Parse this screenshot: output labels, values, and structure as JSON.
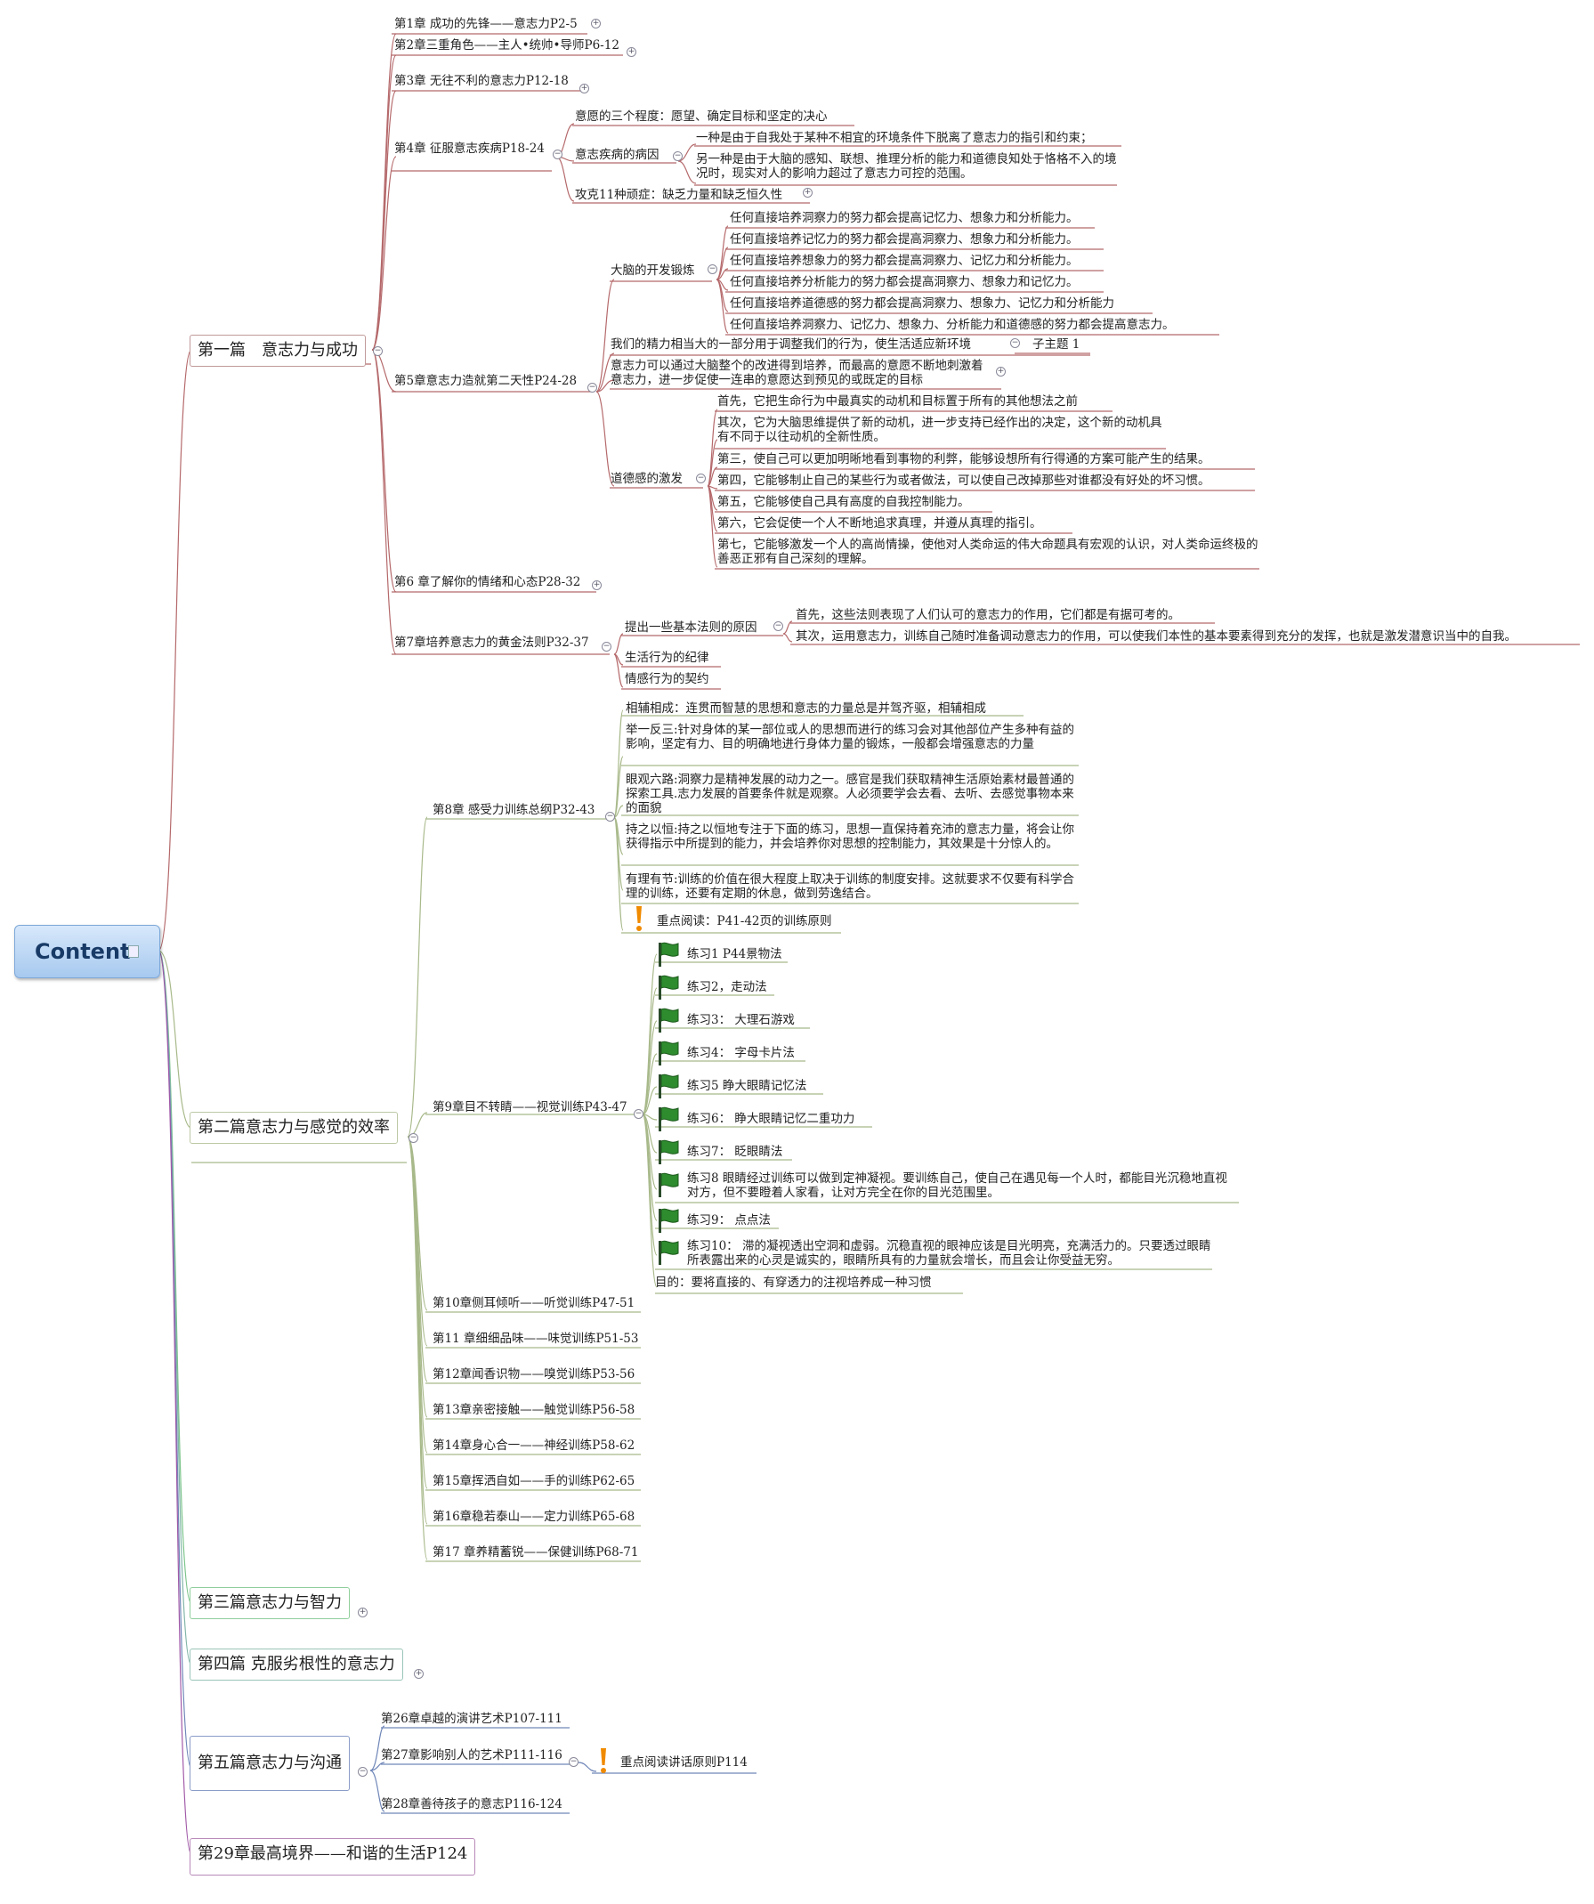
{
  "root": {
    "label": "Content"
  },
  "parts": [
    {
      "label": "第一篇　意志力与成功"
    },
    {
      "label": "第二篇意志力与感觉的效率"
    },
    {
      "label": "第三篇意志力与智力"
    },
    {
      "label": "第四篇 克服劣根性的意志力"
    },
    {
      "label": "第五篇意志力与沟通"
    },
    {
      "label": "第29章最高境界——和谐的生活P124"
    }
  ],
  "part1": {
    "ch1": "第1章  成功的先锋——意志力P2-5",
    "ch2": "第2章三重角色——主人•统帅•导师P6-12",
    "ch3": "第3章  无往不利的意志力P12-18",
    "ch4": {
      "label": "第4章  征服意志疾病P18-24",
      "degrees": "意愿的三个程度：愿望、确定目标和坚定的决心",
      "causes": "意志疾病的病因",
      "cause1": "一种是由于自我处于某种不相宜的环境条件下脱离了意志力的指引和约束；",
      "cause2": "另一种是由于大脑的感知、联想、推理分析的能力和道德良知处于恪格不入的境况时，现实对人的影响力超过了意志力可控的范围。",
      "ills": "攻克11种顽症：缺乏力量和缺乏恒久性"
    },
    "ch5": {
      "label": "第5章意志力造就第二天性P24-28",
      "brain": "大脑的开发锻炼",
      "brain_items": [
        "任何直接培养洞察力的努力都会提高记忆力、想象力和分析能力。",
        "任何直接培养记忆力的努力都会提高洞察力、想象力和分析能力。",
        "任何直接培养想象力的努力都会提高洞察力、记忆力和分析能力。",
        "任何直接培养分析能力的努力都会提高洞察力、想象力和记忆力。",
        "任何直接培养道德感的努力都会提高洞察力、想象力、记忆力和分析能力",
        "任何直接培养洞察力、记忆力、想象力、分析能力和道德感的努力都会提高意志力。"
      ],
      "energy": "我们的精力相当大的一部分用于调整我们的行为，使生活适应新环境",
      "subtopic": "子主题 1",
      "cultivate": "意志力可以通过大脑整个的改进得到培养，而最高的意愿不断地刺激着意志力，进一步促使一连串的意愿达到预见的或既定的目标",
      "moral": "道德感的激发",
      "moral_items": [
        "首先，它把生命行为中最真实的动机和目标置于所有的其他想法之前",
        "其次，它为大脑思维提供了新的动机，进一步支持已经作出的决定，这个新的动机具有不同于以往动机的全新性质。",
        "第三，使自己可以更加明晰地看到事物的利弊，能够设想所有行得通的方案可能产生的结果。",
        "第四，它能够制止自己的某些行为或者做法，可以使自己改掉那些对谁都没有好处的坏习惯。",
        "第五，它能够使自己具有高度的自我控制能力。",
        "第六，它会促使一个人不断地追求真理，并遵从真理的指引。",
        "第七，它能够激发一个人的高尚情操，使他对人类命运的伟大命题具有宏观的认识，对人类命运终极的善恶正邪有自己深刻的理解。"
      ]
    },
    "ch6": "第6 章了解你的情绪和心态P28-32",
    "ch7": {
      "label": "第7章培养意志力的黄金法则P32-37",
      "reason": "提出一些基本法则的原因",
      "reason1": "首先，这些法则表现了人们认可的意志力的作用，它们都是有据可考的。",
      "reason2": "其次，运用意志力，训练自己随时准备调动意志力的作用，可以使我们本性的基本要素得到充分的发挥，也就是激发潜意识当中的自我。",
      "discipline": "生活行为的纪律",
      "contract": "情感行为的契约"
    }
  },
  "part2": {
    "ch8": {
      "label": "第8章 感受力训练总纲P32-43",
      "items": [
        "相辅相成：连贯而智慧的思想和意志的力量总是并驾齐驱，相辅相成",
        "举一反三:针对身体的某一部位或人的思想而进行的练习会对其他部位产生多种有益的影响，坚定有力、目的明确地进行身体力量的锻炼，一般都会增强意志的力量",
        "眼观六路:洞察力是精神发展的动力之一。感官是我们获取精神生活原始素材最普通的探索工具.志力发展的首要条件就是观察。人必须要学会去看、去听、去感觉事物本来的面貌",
        "持之以恒:持之以恒地专注于下面的练习，思想一直保持着充沛的意志力量，将会让你获得指示中所提到的能力，并会培养你对思想的控制能力，其效果是十分惊人的。",
        "有理有节:训练的价值在很大程度上取决于训练的制度安排。这就要求不仅要有科学合理的训练，还要有定期的休息，做到劳逸结合。"
      ],
      "key": "重点阅读：P41-42页的训练原则"
    },
    "ch9": {
      "label": "第9章目不转睛——视觉训练P43-47",
      "exercises": [
        "练习1 P44景物法",
        "练习2，走动法",
        "练习3：  大理石游戏",
        "练习4：  字母卡片法",
        "练习5 睁大眼睛记忆法",
        "练习6：  睁大眼睛记忆二重功力",
        "练习7：  眨眼睛法",
        "练习8 眼睛经过训练可以做到定神凝视。要训练自己，使自己在遇见每一个人时，都能目光沉稳地直视对方，但不要瞪着人家看，让对方完全在你的目光范围里。",
        "练习9：  点点法",
        "练习10：  滞的凝视透出空洞和虚弱。沉稳直视的眼神应该是目光明亮，充满活力的。只要透过眼睛所表露出来的心灵是诚实的，眼睛所具有的力量就会增长，而且会让你受益无穷。"
      ],
      "goal": "目的：要将直接的、有穿透力的注视培养成一种习惯"
    },
    "chapters": [
      "第10章侧耳倾听——听觉训练P47-51",
      "第11 章细细品味——味觉训练P51-53",
      "第12章闻香识物——嗅觉训练P53-56",
      "第13章亲密接触——触觉训练P56-58",
      "第14章身心合一——神经训练P58-62",
      "第15章挥洒自如——手的训练P62-65",
      "第16章稳若泰山——定力训练P65-68",
      "第17 章养精蓄锐——保健训练P68-71"
    ]
  },
  "part5": {
    "ch26": "第26章卓越的演讲艺术P107-111",
    "ch27": "第27章影响别人的艺术P111-116",
    "key": "重点阅读讲话原则P114",
    "ch28": "第28章善待孩子的意志P116-124"
  },
  "colors": {
    "part1": "#b5696b",
    "part2": "#a8b98a",
    "part3": "#7bc48a",
    "part4": "#82b5a8",
    "part5": "#6f86b8",
    "part6": "#a15aa8",
    "root": "#a7c9ef",
    "flag": "#2e8b2e",
    "warn": "#f08a00"
  }
}
